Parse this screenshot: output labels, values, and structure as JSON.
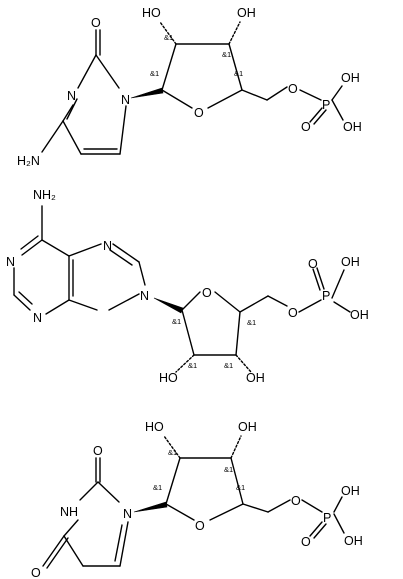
{
  "structures": [
    {
      "id": "cmp",
      "atoms": [
        {
          "key": "OH_a",
          "text": "HO"
        },
        {
          "key": "OH_b",
          "text": "OH"
        },
        {
          "key": "O_carbonyl",
          "text": "O"
        },
        {
          "key": "N3",
          "text": "N"
        },
        {
          "key": "N1",
          "text": "N"
        },
        {
          "key": "O_ring",
          "text": "O"
        },
        {
          "key": "O_link",
          "text": "O"
        },
        {
          "key": "P",
          "text": "P"
        },
        {
          "key": "OH_p1",
          "text": "OH"
        },
        {
          "key": "OH_p2",
          "text": "OH"
        },
        {
          "key": "O_p",
          "text": "O"
        },
        {
          "key": "NH2",
          "text": "H₂N"
        }
      ],
      "stereo": [
        "&1",
        "&1",
        "&1",
        "&1"
      ]
    },
    {
      "id": "amp",
      "atoms": [
        {
          "key": "NH2",
          "text": "NH₂"
        },
        {
          "key": "N_top",
          "text": "N"
        },
        {
          "key": "N_left",
          "text": "N"
        },
        {
          "key": "N_bot",
          "text": "N"
        },
        {
          "key": "N9",
          "text": "N"
        },
        {
          "key": "O_ring",
          "text": "O"
        },
        {
          "key": "O_link",
          "text": "O"
        },
        {
          "key": "P",
          "text": "P"
        },
        {
          "key": "OH_p1",
          "text": "OH"
        },
        {
          "key": "OH_p2",
          "text": "OH"
        },
        {
          "key": "O_p",
          "text": "O"
        },
        {
          "key": "HO",
          "text": "HO"
        },
        {
          "key": "OH",
          "text": "OH"
        }
      ],
      "stereo": [
        "&1",
        "&1",
        "&1",
        "&1"
      ]
    },
    {
      "id": "ump",
      "atoms": [
        {
          "key": "OH_a",
          "text": "HO"
        },
        {
          "key": "OH_b",
          "text": "OH"
        },
        {
          "key": "O_carbonyl",
          "text": "O"
        },
        {
          "key": "NH",
          "text": "NH"
        },
        {
          "key": "N1",
          "text": "N"
        },
        {
          "key": "O_ring",
          "text": "O"
        },
        {
          "key": "O_link",
          "text": "O"
        },
        {
          "key": "P",
          "text": "P"
        },
        {
          "key": "OH_p1",
          "text": "OH"
        },
        {
          "key": "OH_p2",
          "text": "OH"
        },
        {
          "key": "O_p",
          "text": "O"
        },
        {
          "key": "O_bottom",
          "text": "O"
        }
      ],
      "stereo": [
        "&1",
        "&1",
        "&1",
        "&1"
      ]
    }
  ]
}
